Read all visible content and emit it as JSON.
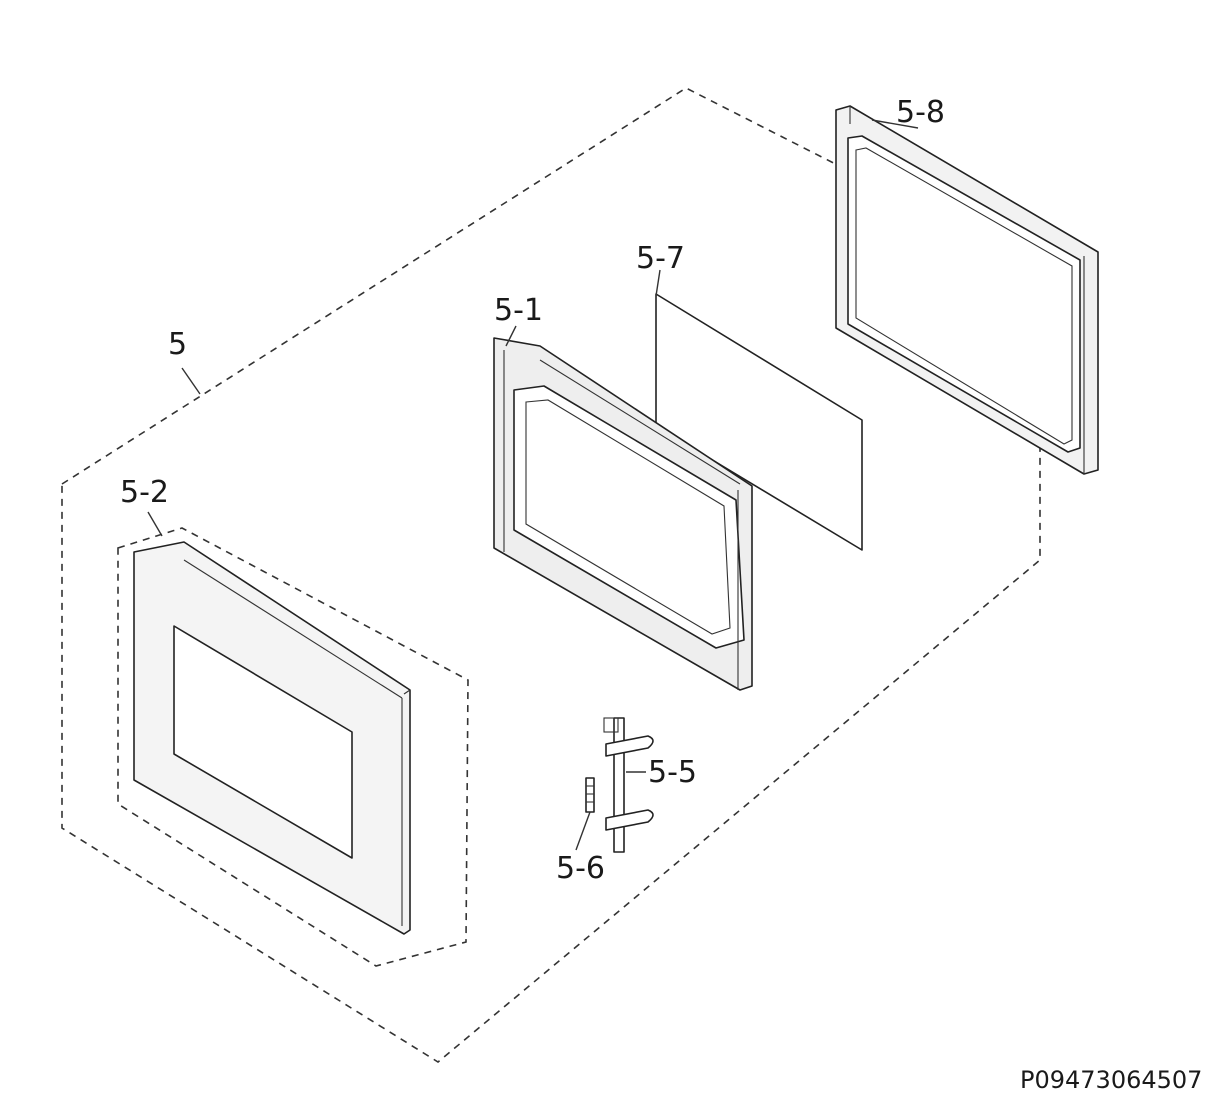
{
  "callouts": {
    "assembly": "5",
    "door_front": "5-2",
    "door_frame": "5-1",
    "film": "5-7",
    "choke_cover": "5-8",
    "latch": "5-5",
    "spring": "5-6"
  },
  "part_number": "P09473064507"
}
